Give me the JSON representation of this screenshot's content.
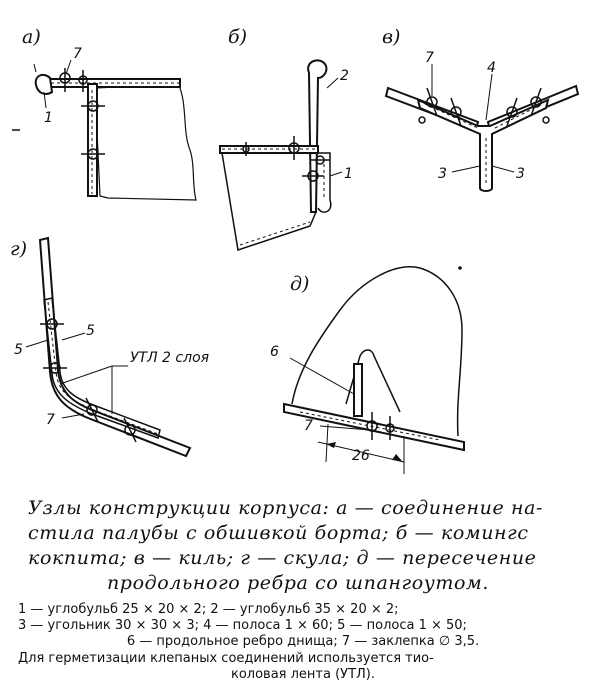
{
  "panels": {
    "a": {
      "letter": "а)",
      "callouts": [
        "7",
        "1"
      ]
    },
    "b": {
      "letter": "б)",
      "callouts": [
        "2",
        "1"
      ]
    },
    "v": {
      "letter": "в)",
      "callouts": [
        "7",
        "4",
        "3",
        "3"
      ]
    },
    "g": {
      "letter": "г)",
      "callouts": [
        "5",
        "5",
        "7"
      ],
      "utl_label": "УТЛ 2 слоя"
    },
    "d": {
      "letter": "д)",
      "callouts": [
        "6",
        "7"
      ],
      "dimension": "26"
    }
  },
  "caption": {
    "title_lines": [
      "Узлы конструкции корпуса: а — соединение на-",
      "стила палубы с обшивкой борта; б — комингс",
      "кокпита; в — киль; г — скула; д — пересечение",
      "продольного ребра со шпангоутом."
    ],
    "legend_lines": [
      "1 — углобульб  25 × 20 × 2;   2 — углобульб  35 × 20 × 2;",
      "3 — угольник 30 × 30 × 3; 4 — полоса 1 × 60; 5 — полоса 1 × 50;",
      "6 — продольное ребро днища; 7 — заклепка ∅ 3,5."
    ],
    "note_lines": [
      "Для герметизации клепаных соединений используется тио-",
      "коловая лента (УТЛ)."
    ]
  }
}
